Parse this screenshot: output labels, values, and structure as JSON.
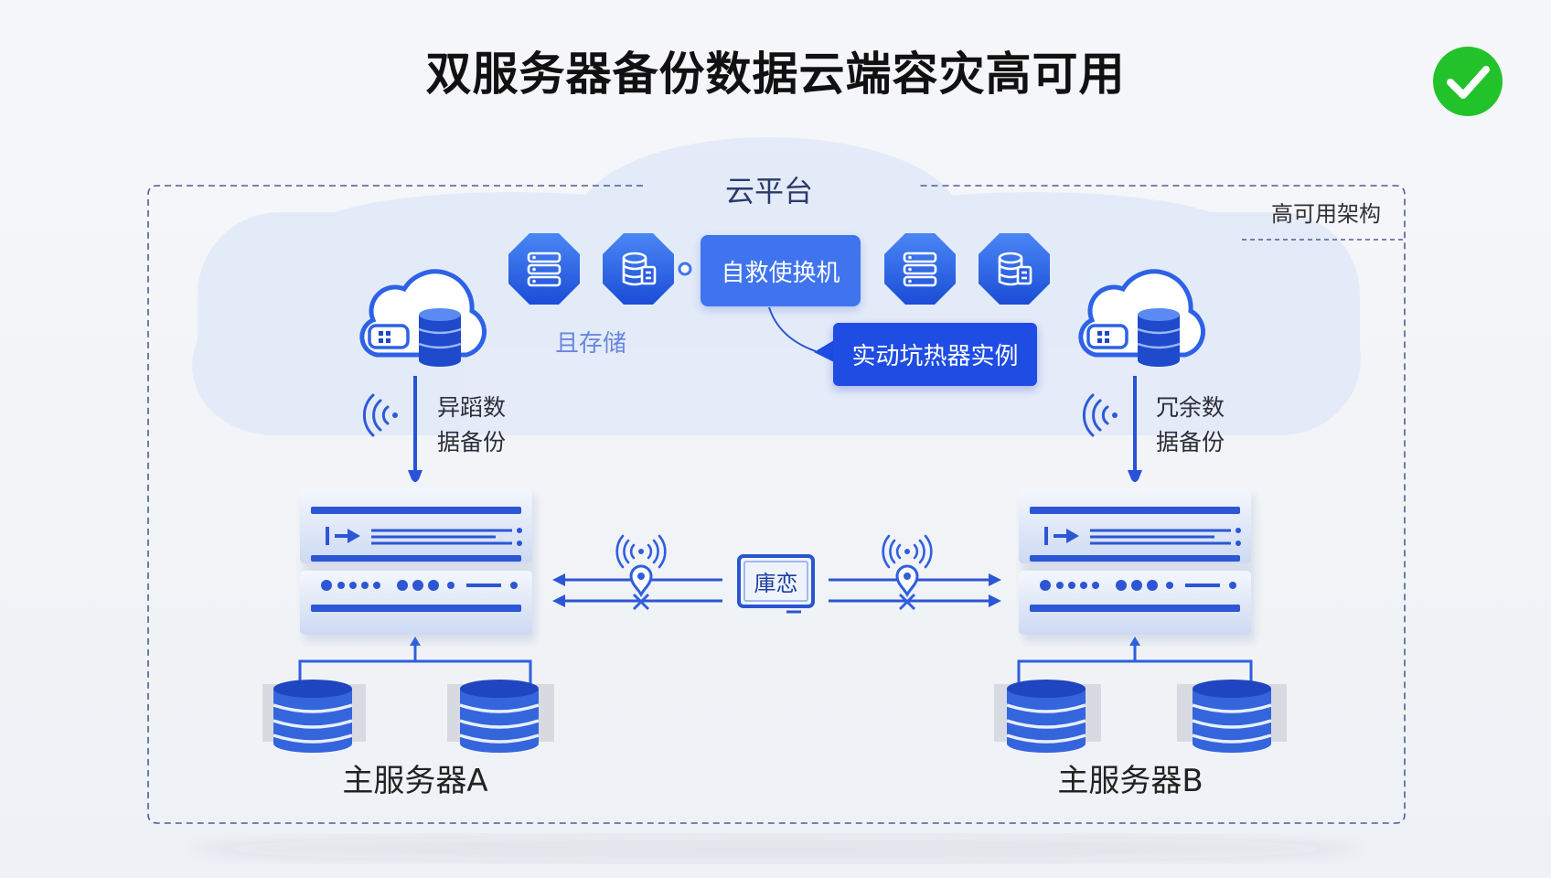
{
  "title": "双服务器备份数据云端容灾高可用",
  "status_icon": {
    "name": "check-circle-icon",
    "color": "#22c32a"
  },
  "frame": {
    "label": "高可用架构"
  },
  "cloud": {
    "label": "云平台"
  },
  "cloud_services": {
    "storage_label": "且存储",
    "switch_label": "自救使换机",
    "instance_label": "实动坑热器实例",
    "icons": [
      "server-stack-icon",
      "database-icon",
      "server-stack-icon",
      "database-icon"
    ]
  },
  "servers": [
    {
      "label": "主服务器A",
      "flow_line1": "异蹈数",
      "flow_line2": "据备份"
    },
    {
      "label": "主服务器B",
      "flow_line1": "冗余数",
      "flow_line2": "据备份"
    }
  ],
  "link": {
    "label": "庫恋"
  },
  "colors": {
    "primary": "#2f5fe0",
    "dark_blue": "#1f4de3",
    "cloud": "#dfe8f8",
    "check": "#22c32a"
  }
}
